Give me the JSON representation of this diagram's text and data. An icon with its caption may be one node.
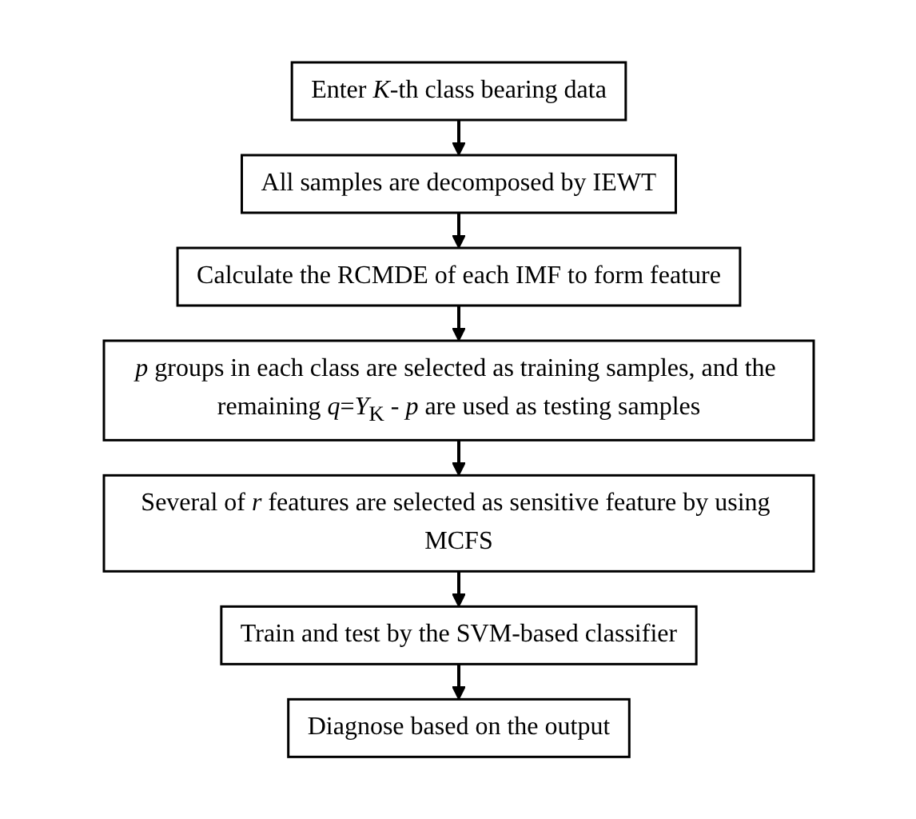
{
  "diagram": {
    "nodes": [
      {
        "text": [
          "Enter *K*-th class bearing data"
        ]
      },
      {
        "text": [
          "All samples are decomposed by IEWT"
        ]
      },
      {
        "text": [
          "Calculate the RCMDE of each IMF to form feature"
        ]
      },
      {
        "text": [
          "*p* groups in each class are selected as training samples, and the remaining *q*=*Y*$_{K}$ - *p* are used as testing samples"
        ]
      },
      {
        "text": [
          "Several of *r* features are selected as sensitive feature by using MCFS"
        ]
      },
      {
        "text": [
          "Train and test by the SVM-based classifier"
        ]
      },
      {
        "text": [
          "Diagnose based on the output"
        ]
      }
    ],
    "edges": [
      {
        "from": 0,
        "to": 1,
        "arrow": "to"
      },
      {
        "from": 1,
        "to": 2,
        "arrow": "to"
      },
      {
        "from": 2,
        "to": 3,
        "arrow": "to"
      },
      {
        "from": 3,
        "to": 4,
        "arrow": "to"
      },
      {
        "from": 4,
        "to": 5,
        "arrow": "to"
      },
      {
        "from": 5,
        "to": 6,
        "arrow": "to"
      }
    ]
  }
}
